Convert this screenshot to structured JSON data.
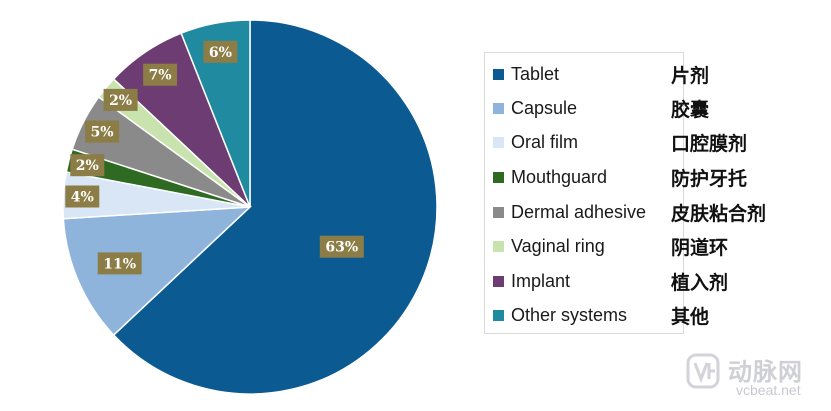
{
  "chart_data": {
    "type": "pie",
    "title": "",
    "slices": [
      {
        "label": "Tablet",
        "label_cn": "片剂",
        "value": 63,
        "label_text": "63%",
        "color": "#0b5a92"
      },
      {
        "label": "Capsule",
        "label_cn": "胶囊",
        "value": 11,
        "label_text": "11%",
        "color": "#8fb4dc"
      },
      {
        "label": "Oral film",
        "label_cn": "口腔膜剂",
        "value": 4,
        "label_text": "4%",
        "color": "#d8e6f5"
      },
      {
        "label": "Mouthguard",
        "label_cn": "防护牙托",
        "value": 2,
        "label_text": "2%",
        "color": "#2e6a22"
      },
      {
        "label": "Dermal adhesive",
        "label_cn": "皮肤粘合剂",
        "value": 5,
        "label_text": "5%",
        "color": "#8a8a8a"
      },
      {
        "label": "Vaginal ring",
        "label_cn": "阴道环",
        "value": 2,
        "label_text": "2%",
        "color": "#c9e3ae"
      },
      {
        "label": "Implant",
        "label_cn": "植入剂",
        "value": 7,
        "label_text": "7%",
        "color": "#6c3c72"
      },
      {
        "label": "Other systems",
        "label_cn": "其他",
        "value": 6,
        "label_text": "6%",
        "color": "#1f8aa0"
      }
    ],
    "data_label_color": "#8b7d45",
    "legend_position": "right"
  },
  "watermark": {
    "name_cn": "动脉网",
    "url": "vcbeat.net"
  }
}
